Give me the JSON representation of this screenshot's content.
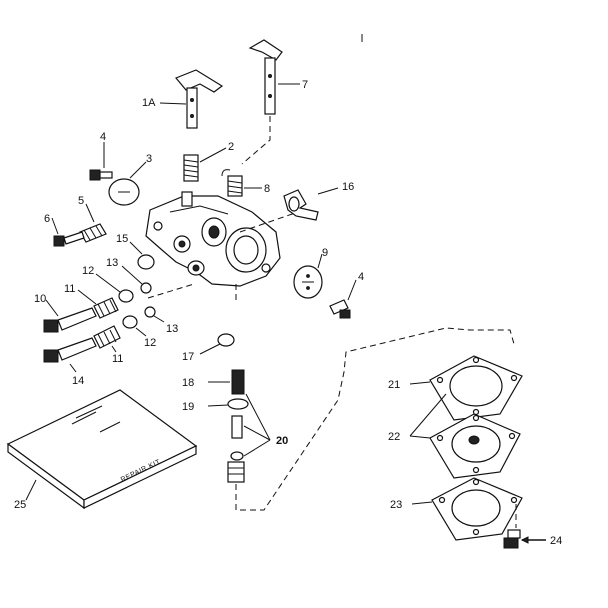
{
  "callouts": {
    "c1a": "1A",
    "c2": "2",
    "c3": "3",
    "c4a": "4",
    "c4b": "4",
    "c5": "5",
    "c6": "6",
    "c7": "7",
    "c8": "8",
    "c9": "9",
    "c10": "10",
    "c11a": "11",
    "c11b": "11",
    "c12a": "12",
    "c12b": "12",
    "c13a": "13",
    "c13b": "13",
    "c14": "14",
    "c15": "15",
    "c16": "16",
    "c17": "17",
    "c18": "18",
    "c19": "19",
    "c20": "20",
    "c21": "21",
    "c22": "22",
    "c23": "23",
    "c24": "24",
    "c25": "25"
  },
  "repair_kit_label": "REPAIR KIT"
}
